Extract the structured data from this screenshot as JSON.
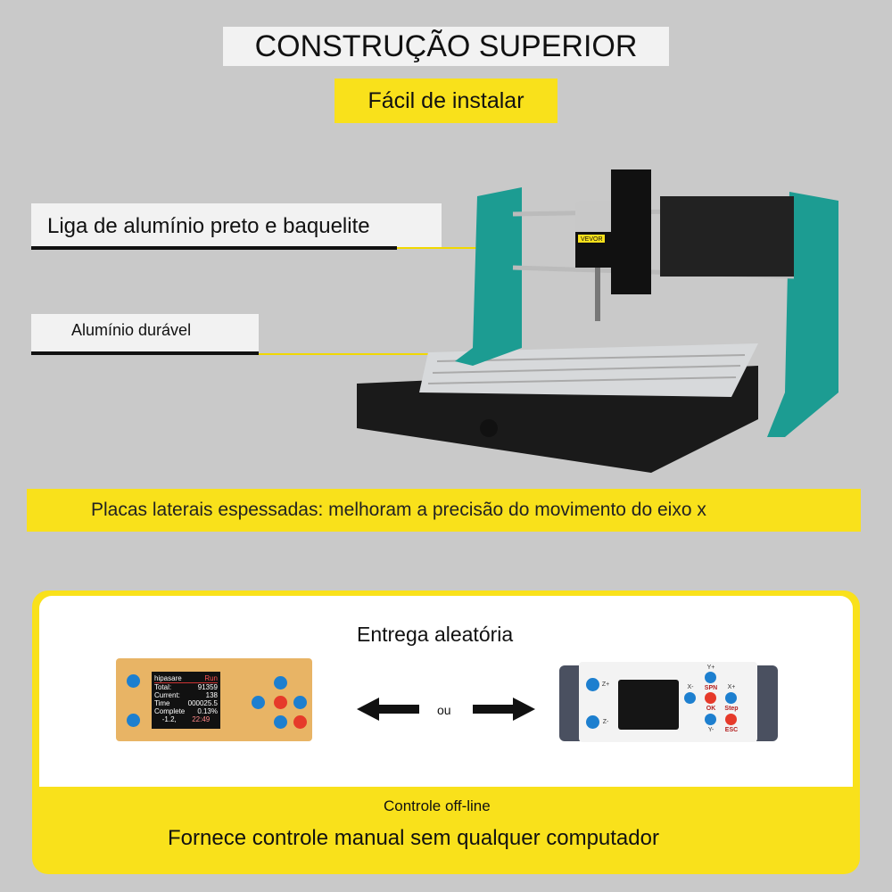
{
  "header": {
    "title": "CONSTRUÇÃO SUPERIOR",
    "subtitle": "Fácil de instalar"
  },
  "callouts": {
    "frame": "Liga de alumínio preto e baquelite",
    "bed": "Alumínio durável",
    "side_plates": "Placas laterais espessadas: melhoram a precisão do movimento do eixo x"
  },
  "machine": {
    "spindle_label": "VEVOR"
  },
  "controllers": {
    "heading": "Entrega aleatória",
    "or": "ou",
    "left_screen": {
      "title": "hipasare",
      "status": "Run",
      "rows": [
        [
          "Total:",
          "91359"
        ],
        [
          "Current:",
          "138"
        ],
        [
          "Time",
          "000025.5"
        ],
        [
          "Complete",
          "0.13%"
        ]
      ],
      "footer": [
        "-1.2,",
        "22:49"
      ]
    },
    "right_buttons": [
      "Z+",
      "Z-",
      "Y+",
      "X-",
      "SPN",
      "X+",
      "OK",
      "Step",
      "Y-",
      "ESC"
    ]
  },
  "footer": {
    "label": "Controle off-line",
    "text": "Fornece controle manual sem qualquer computador"
  }
}
